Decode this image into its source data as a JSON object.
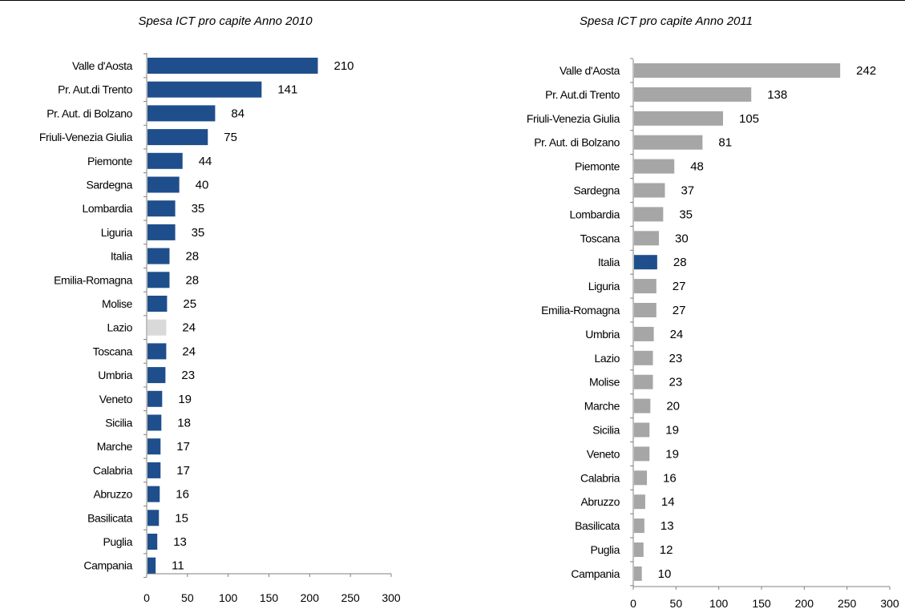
{
  "chart_data": [
    {
      "type": "bar",
      "orientation": "horizontal",
      "title": "Spesa ICT pro capite Anno 2010",
      "xlim": [
        0,
        300
      ],
      "xticks": [
        "0",
        "50",
        "100",
        "150",
        "200",
        "250",
        "300"
      ],
      "grid": false,
      "categories": [
        "Valle d'Aosta",
        "Pr. Aut.di Trento",
        "Pr. Aut. di Bolzano",
        "Friuli-Venezia Giulia",
        "Piemonte",
        "Sardegna",
        "Lombardia",
        "Liguria",
        "Italia",
        "Emilia-Romagna",
        "Molise",
        "Lazio",
        "Toscana",
        "Umbria",
        "Veneto",
        "Sicilia",
        "Marche",
        "Calabria",
        "Abruzzo",
        "Basilicata",
        "Puglia",
        "Campania"
      ],
      "values": [
        210,
        141,
        84,
        75,
        44,
        40,
        35,
        35,
        28,
        28,
        25,
        24,
        24,
        23,
        19,
        18,
        17,
        17,
        16,
        15,
        13,
        11
      ],
      "bar_color": "#1f4e8c",
      "highlight": {
        "Lazio": "#d9d9d9"
      }
    },
    {
      "type": "bar",
      "orientation": "horizontal",
      "title": "Spesa ICT pro capite Anno 2011",
      "xlim": [
        0,
        300
      ],
      "xticks": [
        "0",
        "50",
        "100",
        "150",
        "200",
        "250",
        "300"
      ],
      "grid": false,
      "categories": [
        "Valle d'Aosta",
        "Pr. Aut.di Trento",
        "Friuli-Venezia Giulia",
        "Pr. Aut. di Bolzano",
        "Piemonte",
        "Sardegna",
        "Lombardia",
        "Toscana",
        "Italia",
        "Liguria",
        "Emilia-Romagna",
        "Umbria",
        "Lazio",
        "Molise",
        "Marche",
        "Sicilia",
        "Veneto",
        "Calabria",
        "Abruzzo",
        "Basilicata",
        "Puglia",
        "Campania"
      ],
      "values": [
        242,
        138,
        105,
        81,
        48,
        37,
        35,
        30,
        28,
        27,
        27,
        24,
        23,
        23,
        20,
        19,
        19,
        16,
        14,
        13,
        12,
        10
      ],
      "bar_color": "#a6a6a6",
      "highlight": {
        "Italia": "#1f4e8c"
      }
    }
  ]
}
